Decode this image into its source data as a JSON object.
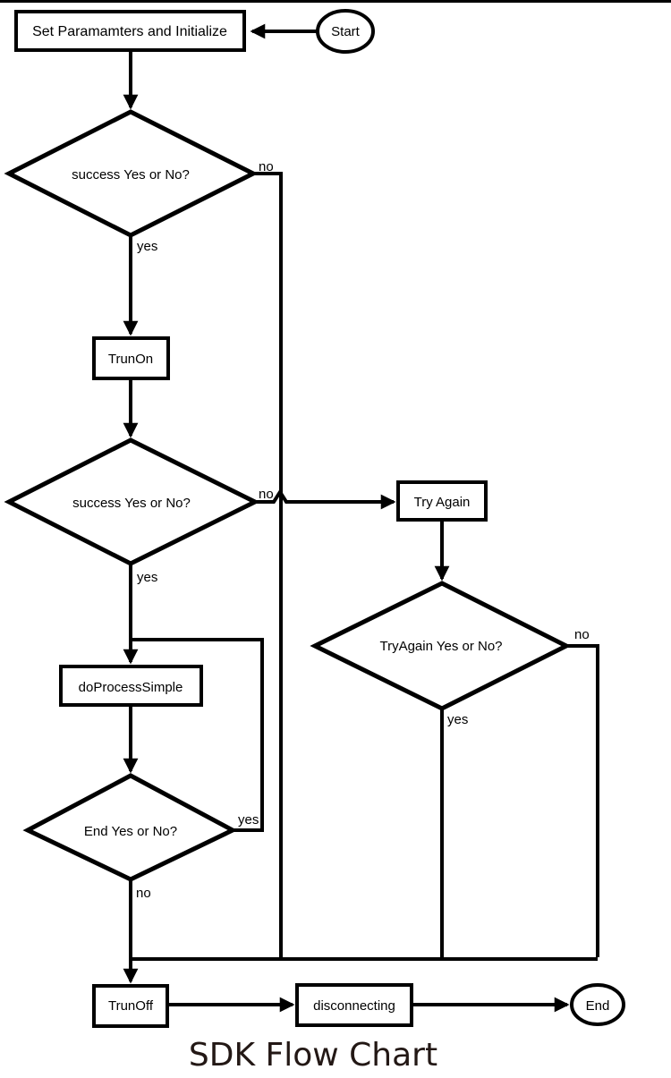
{
  "title": "SDK Flow Chart",
  "colors": {
    "line": "#000000",
    "background": "#ffffff",
    "title_text": "#231815"
  },
  "nodes": {
    "start": "Start",
    "set_params": "Set Paramamters and Initialize",
    "decision_success_1": "success Yes or No?",
    "turn_on": "TrunOn",
    "decision_success_2": "success Yes or No?",
    "try_again": "Try Again",
    "decision_try_again": "TryAgain Yes or No?",
    "do_process": "doProcessSimple",
    "decision_end": "End Yes or No?",
    "turn_off": "TrunOff",
    "disconnecting": "disconnecting",
    "end": "End"
  },
  "edge_labels": {
    "d1_no": "no",
    "d1_yes": "yes",
    "d2_no": "no",
    "d2_yes": "yes",
    "d3_no": "no",
    "d3_yes": "yes",
    "d4_yes": "yes",
    "d4_no": "no"
  }
}
